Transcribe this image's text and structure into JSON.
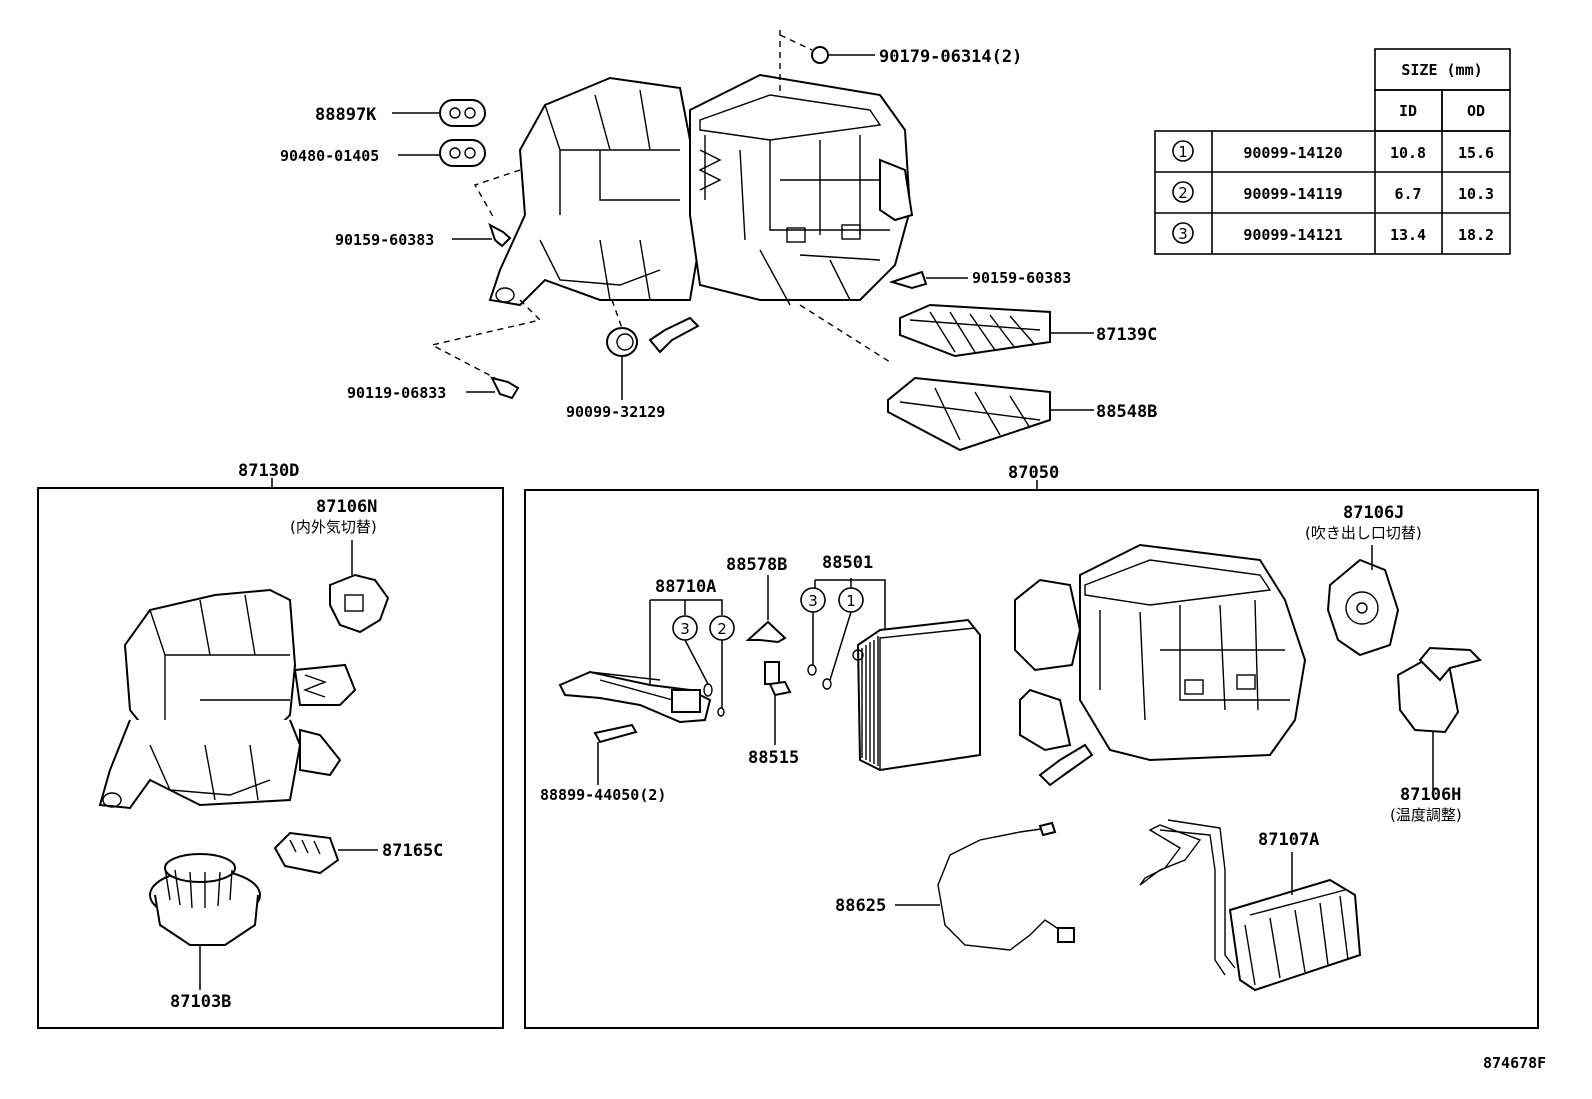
{
  "labels": {
    "p90179": "90179-06314(2)",
    "p88897K": "88897K",
    "p90480": "90480-01405",
    "p90159a": "90159-60383",
    "p90159b": "90159-60383",
    "p87139C": "87139C",
    "p88548B": "88548B",
    "p90119": "90119-06833",
    "p90099_32129": "90099-32129",
    "p87130D": "87130D",
    "p87106N": "87106N",
    "p87106N_jp": "(内外気切替)",
    "p87165C": "87165C",
    "p87103B": "87103B",
    "p87050": "87050",
    "p88578B": "88578B",
    "p88501": "88501",
    "p88710A": "88710A",
    "p88515": "88515",
    "p88899": "88899-44050(2)",
    "p87106J": "87106J",
    "p87106J_jp": "(吹き出し口切替)",
    "p87106H": "87106H",
    "p87106H_jp": "(温度調整)",
    "p88625": "88625",
    "p87107A": "87107A",
    "figure_code": "874678F",
    "mark1": "1",
    "mark2": "2",
    "mark3": "3"
  },
  "size_table": {
    "header": "SIZE (mm)",
    "col_id": "ID",
    "col_od": "OD",
    "rows": [
      {
        "mark": "1",
        "part": "90099-14120",
        "id": "10.8",
        "od": "15.6"
      },
      {
        "mark": "2",
        "part": "90099-14119",
        "id": "6.7",
        "od": "10.3"
      },
      {
        "mark": "3",
        "part": "90099-14121",
        "id": "13.4",
        "od": "18.2"
      }
    ]
  }
}
